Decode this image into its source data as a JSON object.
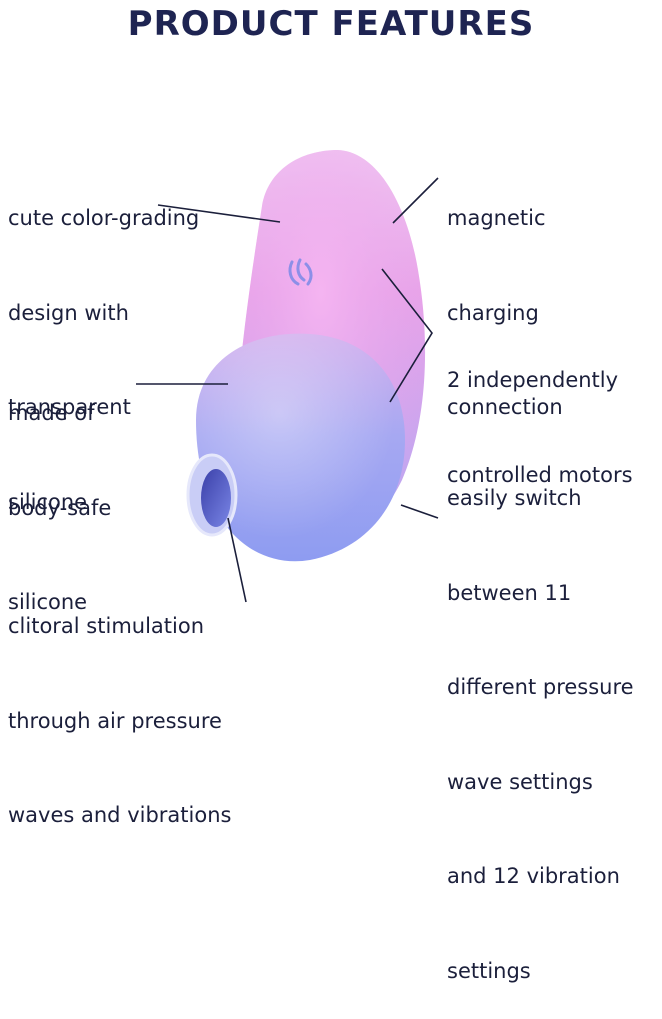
{
  "title": "PRODUCT FEATURES",
  "features": [
    {
      "lines": [
        "cute color-grading",
        "design with",
        "transparent",
        "silicone"
      ]
    },
    {
      "lines": [
        "made of",
        "body-safe",
        "silicone"
      ]
    },
    {
      "lines": [
        "clitoral stimulation",
        "through air pressure",
        "waves and vibrations"
      ]
    },
    {
      "lines": [
        "magnetic",
        "charging",
        "connection"
      ]
    },
    {
      "lines": [
        "2 independently",
        "controlled motors"
      ]
    },
    {
      "lines": [
        "easily switch",
        "between 11",
        "different pressure",
        "wave settings",
        "and 12 vibration",
        "settings"
      ]
    }
  ],
  "colors": {
    "title": "#1e2452",
    "text": "#1b1f3b",
    "pink": "#e79be6",
    "lavender": "#b9a3f0",
    "blue": "#8f9cf2"
  }
}
